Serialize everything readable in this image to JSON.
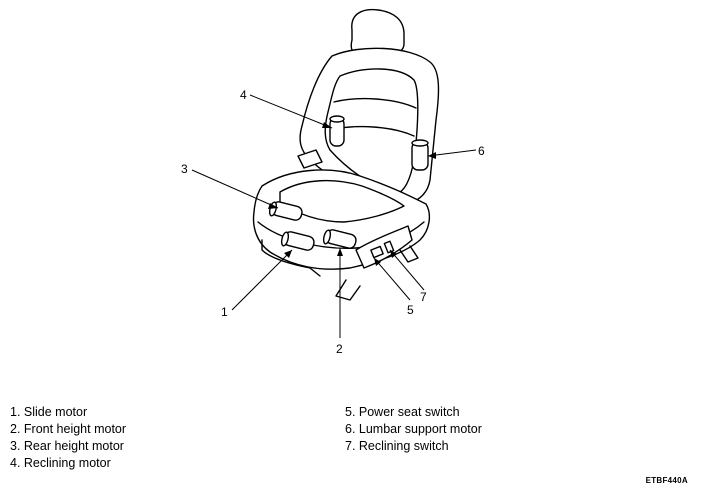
{
  "callouts": {
    "c1": "1",
    "c2": "2",
    "c3": "3",
    "c4": "4",
    "c5": "5",
    "c6": "6",
    "c7": "7"
  },
  "legend": {
    "left": [
      "1.  Slide motor",
      "2.  Front height motor",
      "3.  Rear height motor",
      "4.  Reclining motor"
    ],
    "right": [
      "5.  Power seat switch",
      "6.  Lumbar support motor",
      "7.  Reclining switch"
    ]
  },
  "figure_code": "ETBF440A"
}
